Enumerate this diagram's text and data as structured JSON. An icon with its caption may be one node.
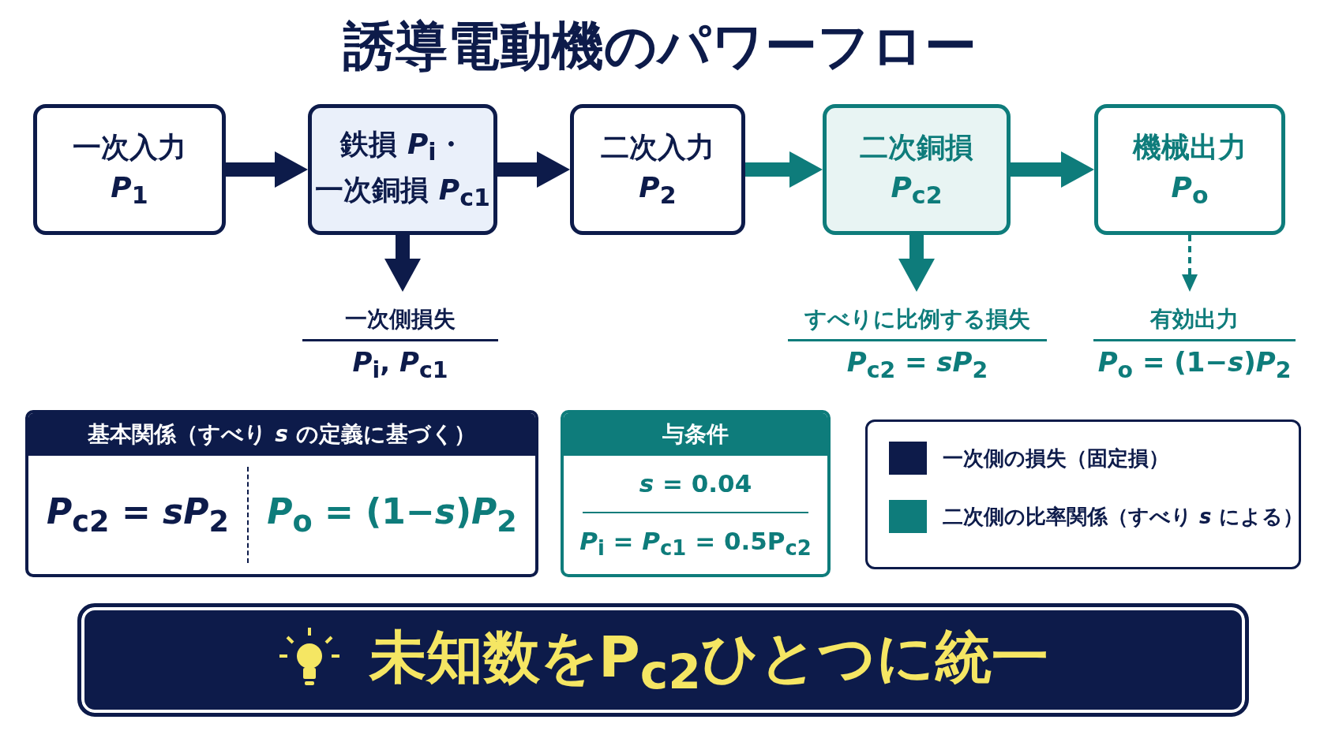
{
  "diagram": {
    "title": "誘導電動機のパワーフロー",
    "nodes": [
      {
        "text": [
          "一次入力",
          "*P*$_{1}$"
        ]
      },
      {
        "text": [
          "鉄損 *P*$_{i}$・",
          "一次銅損 *P*$_{c1}$"
        ]
      },
      {
        "text": [
          "二次入力",
          "*P*$_{2}$"
        ]
      },
      {
        "text": [
          "二次銅損",
          "*P*$_{c2}$"
        ]
      },
      {
        "text": [
          "機械出力",
          "*P*$_{o}$"
        ]
      },
      {
        "text": [
          "一次側損失",
          "*P*$_{i}$, *P*$_{c1}$"
        ]
      },
      {
        "text": [
          "すべりに比例する損失",
          "*P*$_{c2}$ = *sP*$_{2}$"
        ]
      },
      {
        "text": [
          "有効出力",
          "*P*$_{o}$ = (1−*s*)*P*$_{2}$"
        ]
      },
      {
        "text": [
          "基本関係（すべり *s* の定義に基づく）",
          "*P*$_{c2}$ = *sP*$_{2}$",
          "*P*$_{o}$ = (1−*s*)*P*$_{2}$"
        ]
      },
      {
        "text": [
          "与条件",
          "*s* = 0.04",
          "*P*$_{i}$ = *P*$_{c1}$ = 0.5P$_{c2}$"
        ]
      },
      {
        "text": [
          "未知数をP$_{c2}$ひとつに統一"
        ]
      },
      {
        "text": [],
        "shape": "box"
      }
    ],
    "edges": [
      {
        "from": 0,
        "to": 1,
        "arrow": "to",
        "color": "#0d1b4a"
      },
      {
        "from": 1,
        "to": 2,
        "arrow": "to",
        "color": "#0d1b4a"
      },
      {
        "from": 2,
        "to": 3,
        "arrow": "to",
        "color": "#0e7c7b"
      },
      {
        "from": 3,
        "to": 4,
        "arrow": "to",
        "color": "#0e7c7b"
      },
      {
        "from": 1,
        "to": 5,
        "arrow": "to",
        "color": "#0d1b4a"
      },
      {
        "from": 3,
        "to": 6,
        "arrow": "to",
        "color": "#0e7c7b"
      },
      {
        "from": 4,
        "to": 7,
        "arrow": "to",
        "style": "dashed",
        "color": "#0e7c7b"
      }
    ],
    "legend": [
      {
        "text": "一次側の損失（固定損）",
        "color": "#0d1b4a"
      },
      {
        "text": "二次側の比率関係（すべり *s* による）",
        "color": "#0e7c7b"
      }
    ]
  }
}
